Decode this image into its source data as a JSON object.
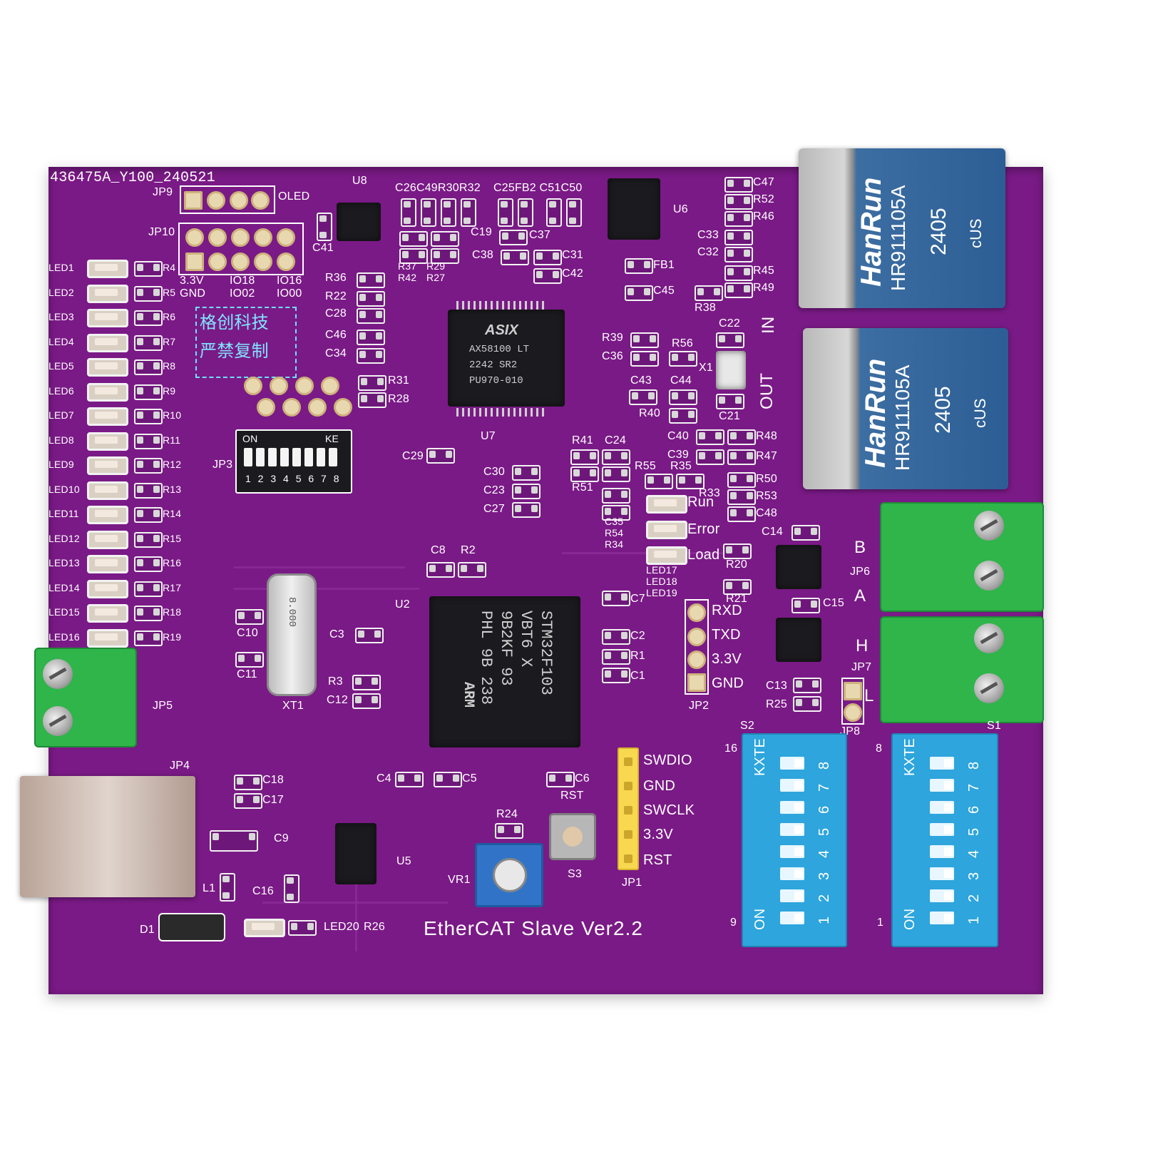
{
  "board": {
    "id_code": "436475A_Y100_240521",
    "title": "EtherCAT Slave Ver2.2",
    "watermark_line1": "格创科技",
    "watermark_line2": "严禁复制"
  },
  "colors": {
    "pcb": "#7a1a86",
    "silkscreen": "#ffffff",
    "terminal_green": "#2fb54a",
    "dip_blue": "#2ea5dc",
    "rj45_blue": "#2c5e95",
    "header_yellow": "#f7d84f"
  },
  "labels": {
    "jp9": "JP9",
    "jp10": "JP10",
    "oled": "OLED",
    "pin_33v": "3.3V",
    "pin_gnd": "GND",
    "pin_io18": "IO18",
    "pin_io16": "IO16",
    "pin_io02": "IO02",
    "pin_io00": "IO00",
    "u8": "U8",
    "c41": "C41",
    "top_caps1": "C26C49R30R32",
    "top_caps2": "C25FB2 C51C50",
    "u6": "U6",
    "r37": "R37",
    "r42": "R42",
    "r29": "R29",
    "r27": "R27",
    "c19": "C19",
    "c37": "C37",
    "c38": "C38",
    "c31": "C31",
    "c42": "C42",
    "fb1": "FB1",
    "c45": "C45",
    "r38": "R38",
    "c47": "C47",
    "r52": "R52",
    "r46": "R46",
    "c33": "C33",
    "c32": "C32",
    "r45": "R45",
    "r49": "R49",
    "r36": "R36",
    "r22": "R22",
    "c28": "C28",
    "c46": "C46",
    "c34": "C34",
    "r31": "R31",
    "r28": "R28",
    "r39": "R39",
    "c36": "C36",
    "r56": "R56",
    "c22": "C22",
    "x1": "X1",
    "c43": "C43",
    "c44": "C44",
    "r40": "R40",
    "c21": "C21",
    "in": "IN",
    "out": "OUT",
    "u7": "U7",
    "c29": "C29",
    "r41": "R41",
    "c24": "C24",
    "r51": "R51",
    "c40": "C40",
    "r48": "R48",
    "c39": "C39",
    "r47": "R47",
    "r55": "R55",
    "r35": "R35",
    "r50": "R50",
    "c30": "C30",
    "c23": "C23",
    "c27": "C27",
    "r33": "R33",
    "r53": "R53",
    "run": "Run",
    "error": "Error",
    "load": "Load",
    "c48": "C48",
    "c35": "C35",
    "r54": "R54",
    "r34": "R34",
    "c14": "C14",
    "led17": "LED17",
    "led18": "LED18",
    "led19": "LED19",
    "r20": "R20",
    "r21": "R21",
    "b": "B",
    "a": "A",
    "jp6": "JP6",
    "c15": "C15",
    "h": "H",
    "l": "L",
    "jp7": "JP7",
    "jp8": "JP8",
    "c13": "C13",
    "r25": "R25",
    "rxd": "RXD",
    "txd": "TXD",
    "j33v": "3.3V",
    "jgnd": "GND",
    "jp2": "JP2",
    "jp3": "JP3",
    "dip_on": "ON",
    "dip_ke": "KE",
    "dip_nums": "1 2 3 4 5 6 7 8",
    "c8": "C8",
    "r2": "R2",
    "u2": "U2",
    "c7": "C7",
    "c2": "C2",
    "r1": "R1",
    "c1": "C1",
    "c10": "C10",
    "c11": "C11",
    "xt1": "XT1",
    "c3": "C3",
    "r3": "R3",
    "c12": "C12",
    "c4": "C4",
    "c5": "C5",
    "c6": "C6",
    "rst": "RST",
    "swdio": "SWDIO",
    "hgnd": "GND",
    "swclk": "SWCLK",
    "h33v": "3.3V",
    "hrst": "RST",
    "jp1": "JP1",
    "jp5": "JP5",
    "jp4": "JP4",
    "c18": "C18",
    "c17": "C17",
    "c9": "C9",
    "u5": "U5",
    "r24": "R24",
    "vr1": "VR1",
    "s3": "S3",
    "l1": "L1",
    "c16": "C16",
    "d1": "D1",
    "led20": "LED20",
    "r26": "R26",
    "s2": "S2",
    "s1": "S1",
    "n16": "16",
    "n8": "8",
    "n9": "9",
    "n1": "1"
  },
  "led_column": [
    {
      "led": "LED1",
      "r": "R4"
    },
    {
      "led": "LED2",
      "r": "R5"
    },
    {
      "led": "LED3",
      "r": "R6"
    },
    {
      "led": "LED4",
      "r": "R7"
    },
    {
      "led": "LED5",
      "r": "R8"
    },
    {
      "led": "LED6",
      "r": "R9"
    },
    {
      "led": "LED7",
      "r": "R10"
    },
    {
      "led": "LED8",
      "r": "R11"
    },
    {
      "led": "LED9",
      "r": "R12"
    },
    {
      "led": "LED10",
      "r": "R13"
    },
    {
      "led": "LED11",
      "r": "R14"
    },
    {
      "led": "LED12",
      "r": "R15"
    },
    {
      "led": "LED13",
      "r": "R16"
    },
    {
      "led": "LED14",
      "r": "R17"
    },
    {
      "led": "LED15",
      "r": "R18"
    },
    {
      "led": "LED16",
      "r": "R19"
    }
  ],
  "chips": {
    "ax_logo": "ASIX",
    "ax_line1": "AX58100 LT",
    "ax_line2": "2242 SR2",
    "ax_line3": "PU970-010",
    "stm_line1": "STM32F103",
    "stm_line2": "VBT6   X",
    "stm_line3": "9B2KF 93",
    "stm_line4": "PHL 9B 238",
    "stm_arm": "ARM",
    "xtal": "8.000"
  },
  "rj45": {
    "brand": "HanRun",
    "model": "HR911105A",
    "date": "2405",
    "mark": "cUS"
  },
  "dipswitch": {
    "brand": "KXTE",
    "on": "ON",
    "numbers": [
      "1",
      "2",
      "3",
      "4",
      "5",
      "6",
      "7",
      "8"
    ]
  }
}
